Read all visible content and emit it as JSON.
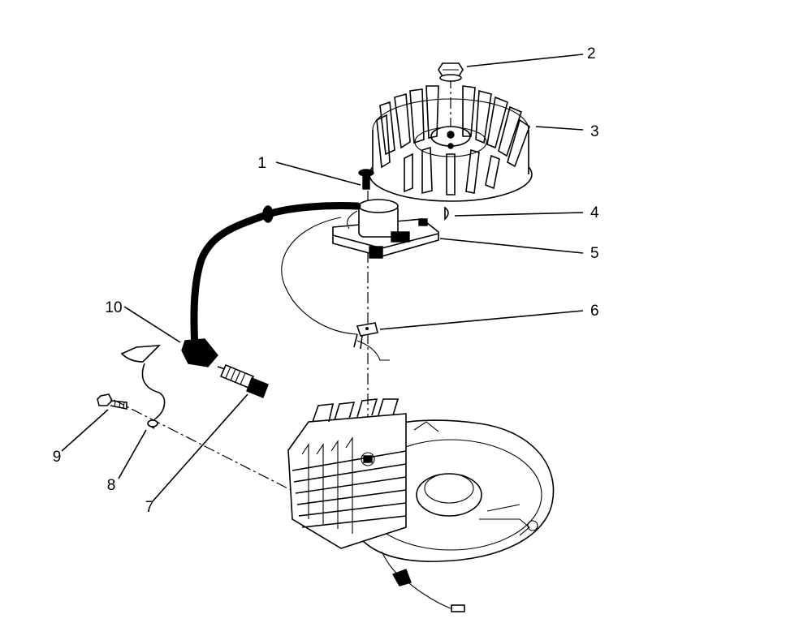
{
  "callouts": [
    {
      "number": "1"
    },
    {
      "number": "2"
    },
    {
      "number": "3"
    },
    {
      "number": "4"
    },
    {
      "number": "5"
    },
    {
      "number": "6"
    },
    {
      "number": "7"
    },
    {
      "number": "8"
    },
    {
      "number": "9"
    },
    {
      "number": "10"
    }
  ],
  "colors": {
    "ink": "#000000",
    "paper": "#ffffff"
  }
}
